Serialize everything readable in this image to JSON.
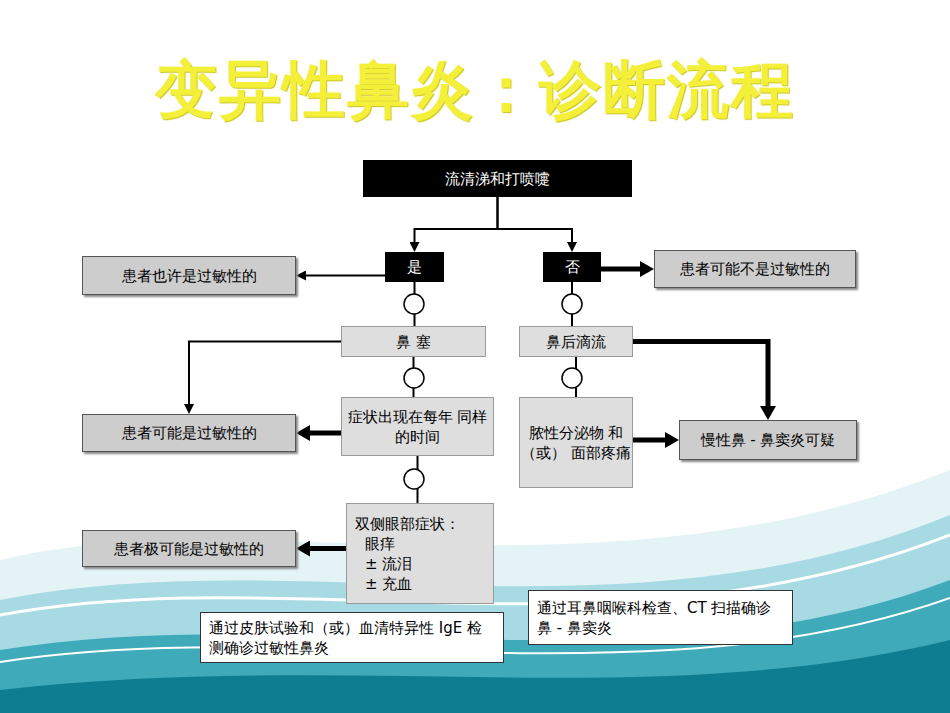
{
  "diagram": {
    "title": "变异性鼻炎：诊断流程",
    "nodes": [
      {
        "text": [
          "流清涕和打喷嚏"
        ]
      },
      {
        "text": [
          "患者也许是过敏性的"
        ]
      },
      {
        "text": [
          "是"
        ]
      },
      {
        "text": [
          "否"
        ]
      },
      {
        "text": [
          "患者可能不是过敏性的"
        ]
      },
      {
        "text": [
          "鼻 塞"
        ]
      },
      {
        "text": [
          "鼻后滴流"
        ]
      },
      {
        "text": [
          "患者可能是过敏性的"
        ]
      },
      {
        "text": [
          "症状出现在每年 同样的时间"
        ]
      },
      {
        "text": [
          "脓性分泌物 和（或） 面部疼痛"
        ]
      },
      {
        "text": [
          "慢性鼻 - 鼻窦炎可疑"
        ]
      },
      {
        "text": [
          "患者极可能是过敏性的"
        ]
      },
      {
        "text": [
          "双侧眼部症状：",
          "眼痒",
          "± 流泪",
          "± 充血"
        ]
      },
      {
        "text": [
          "通过耳鼻咽喉科检查、CT 扫描确诊鼻 - 鼻窦炎"
        ]
      },
      {
        "text": [
          "通过皮肤试验和（或）血清特异性 IgE 检测确诊过敏性鼻炎"
        ]
      }
    ],
    "edges": [
      {
        "from": 0,
        "to": 2,
        "arrow": "to"
      },
      {
        "from": 0,
        "to": 3,
        "arrow": "to"
      },
      {
        "from": 2,
        "to": 1,
        "arrow": "to"
      },
      {
        "from": 3,
        "to": 4,
        "arrow": "to"
      },
      {
        "from": 2,
        "to": 5,
        "arrow": "none"
      },
      {
        "from": 3,
        "to": 6,
        "arrow": "none"
      },
      {
        "from": 5,
        "to": 7,
        "arrow": "to"
      },
      {
        "from": 5,
        "to": 8,
        "arrow": "none"
      },
      {
        "from": 8,
        "to": 7,
        "arrow": "to"
      },
      {
        "from": 6,
        "to": 9,
        "arrow": "none"
      },
      {
        "from": 6,
        "to": 10,
        "arrow": "to"
      },
      {
        "from": 9,
        "to": 10,
        "arrow": "to"
      },
      {
        "from": 8,
        "to": 12,
        "arrow": "none"
      },
      {
        "from": 12,
        "to": 11,
        "arrow": "to"
      }
    ]
  }
}
